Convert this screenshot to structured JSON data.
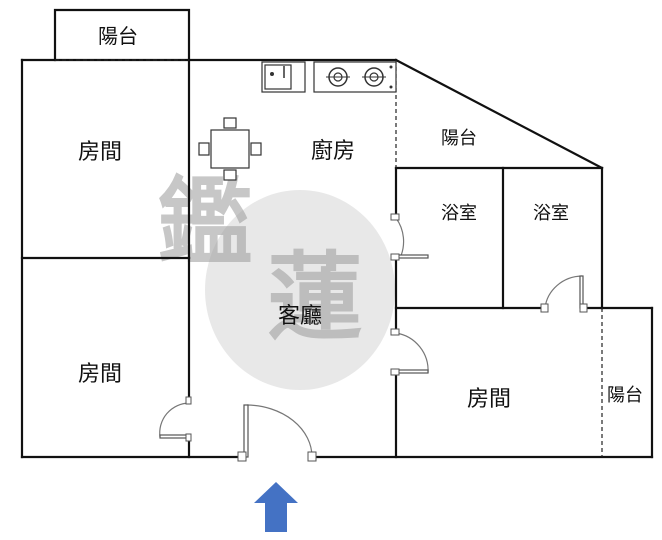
{
  "rooms": {
    "balcony_top": "陽台",
    "bedroom_top_left": "房間",
    "kitchen": "廚房",
    "balcony_right_upper": "陽台",
    "bathroom_1": "浴室",
    "bathroom_2": "浴室",
    "bedroom_bottom_left": "房間",
    "living_room": "客廳",
    "bedroom_bottom_right": "房間",
    "balcony_right_lower": "陽台"
  },
  "watermark": {
    "char_1": "鑑",
    "char_2": "蓮"
  },
  "entrance_arrow_color": "#4472c4",
  "icons": [
    "dining-table-icon",
    "sink-icon",
    "stove-icon",
    "entrance-arrow-icon"
  ]
}
